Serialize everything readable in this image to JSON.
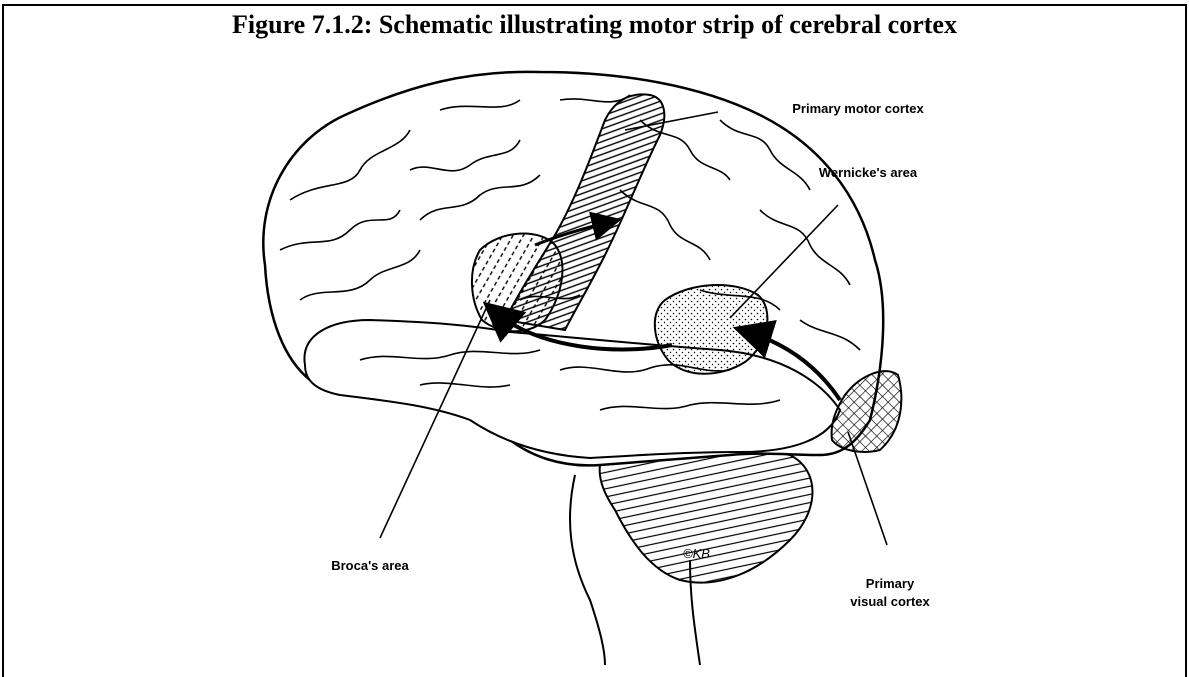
{
  "figure": {
    "title": "Figure 7.1.2: Schematic illustrating motor strip of cerebral cortex"
  },
  "labels": {
    "primary_motor_cortex": "Primary motor cortex",
    "wernickes_area": "Wernicke's area",
    "brocas_area": "Broca's area",
    "primary_visual_cortex_line1": "Primary",
    "primary_visual_cortex_line2": "visual cortex"
  },
  "signature": "©KB"
}
